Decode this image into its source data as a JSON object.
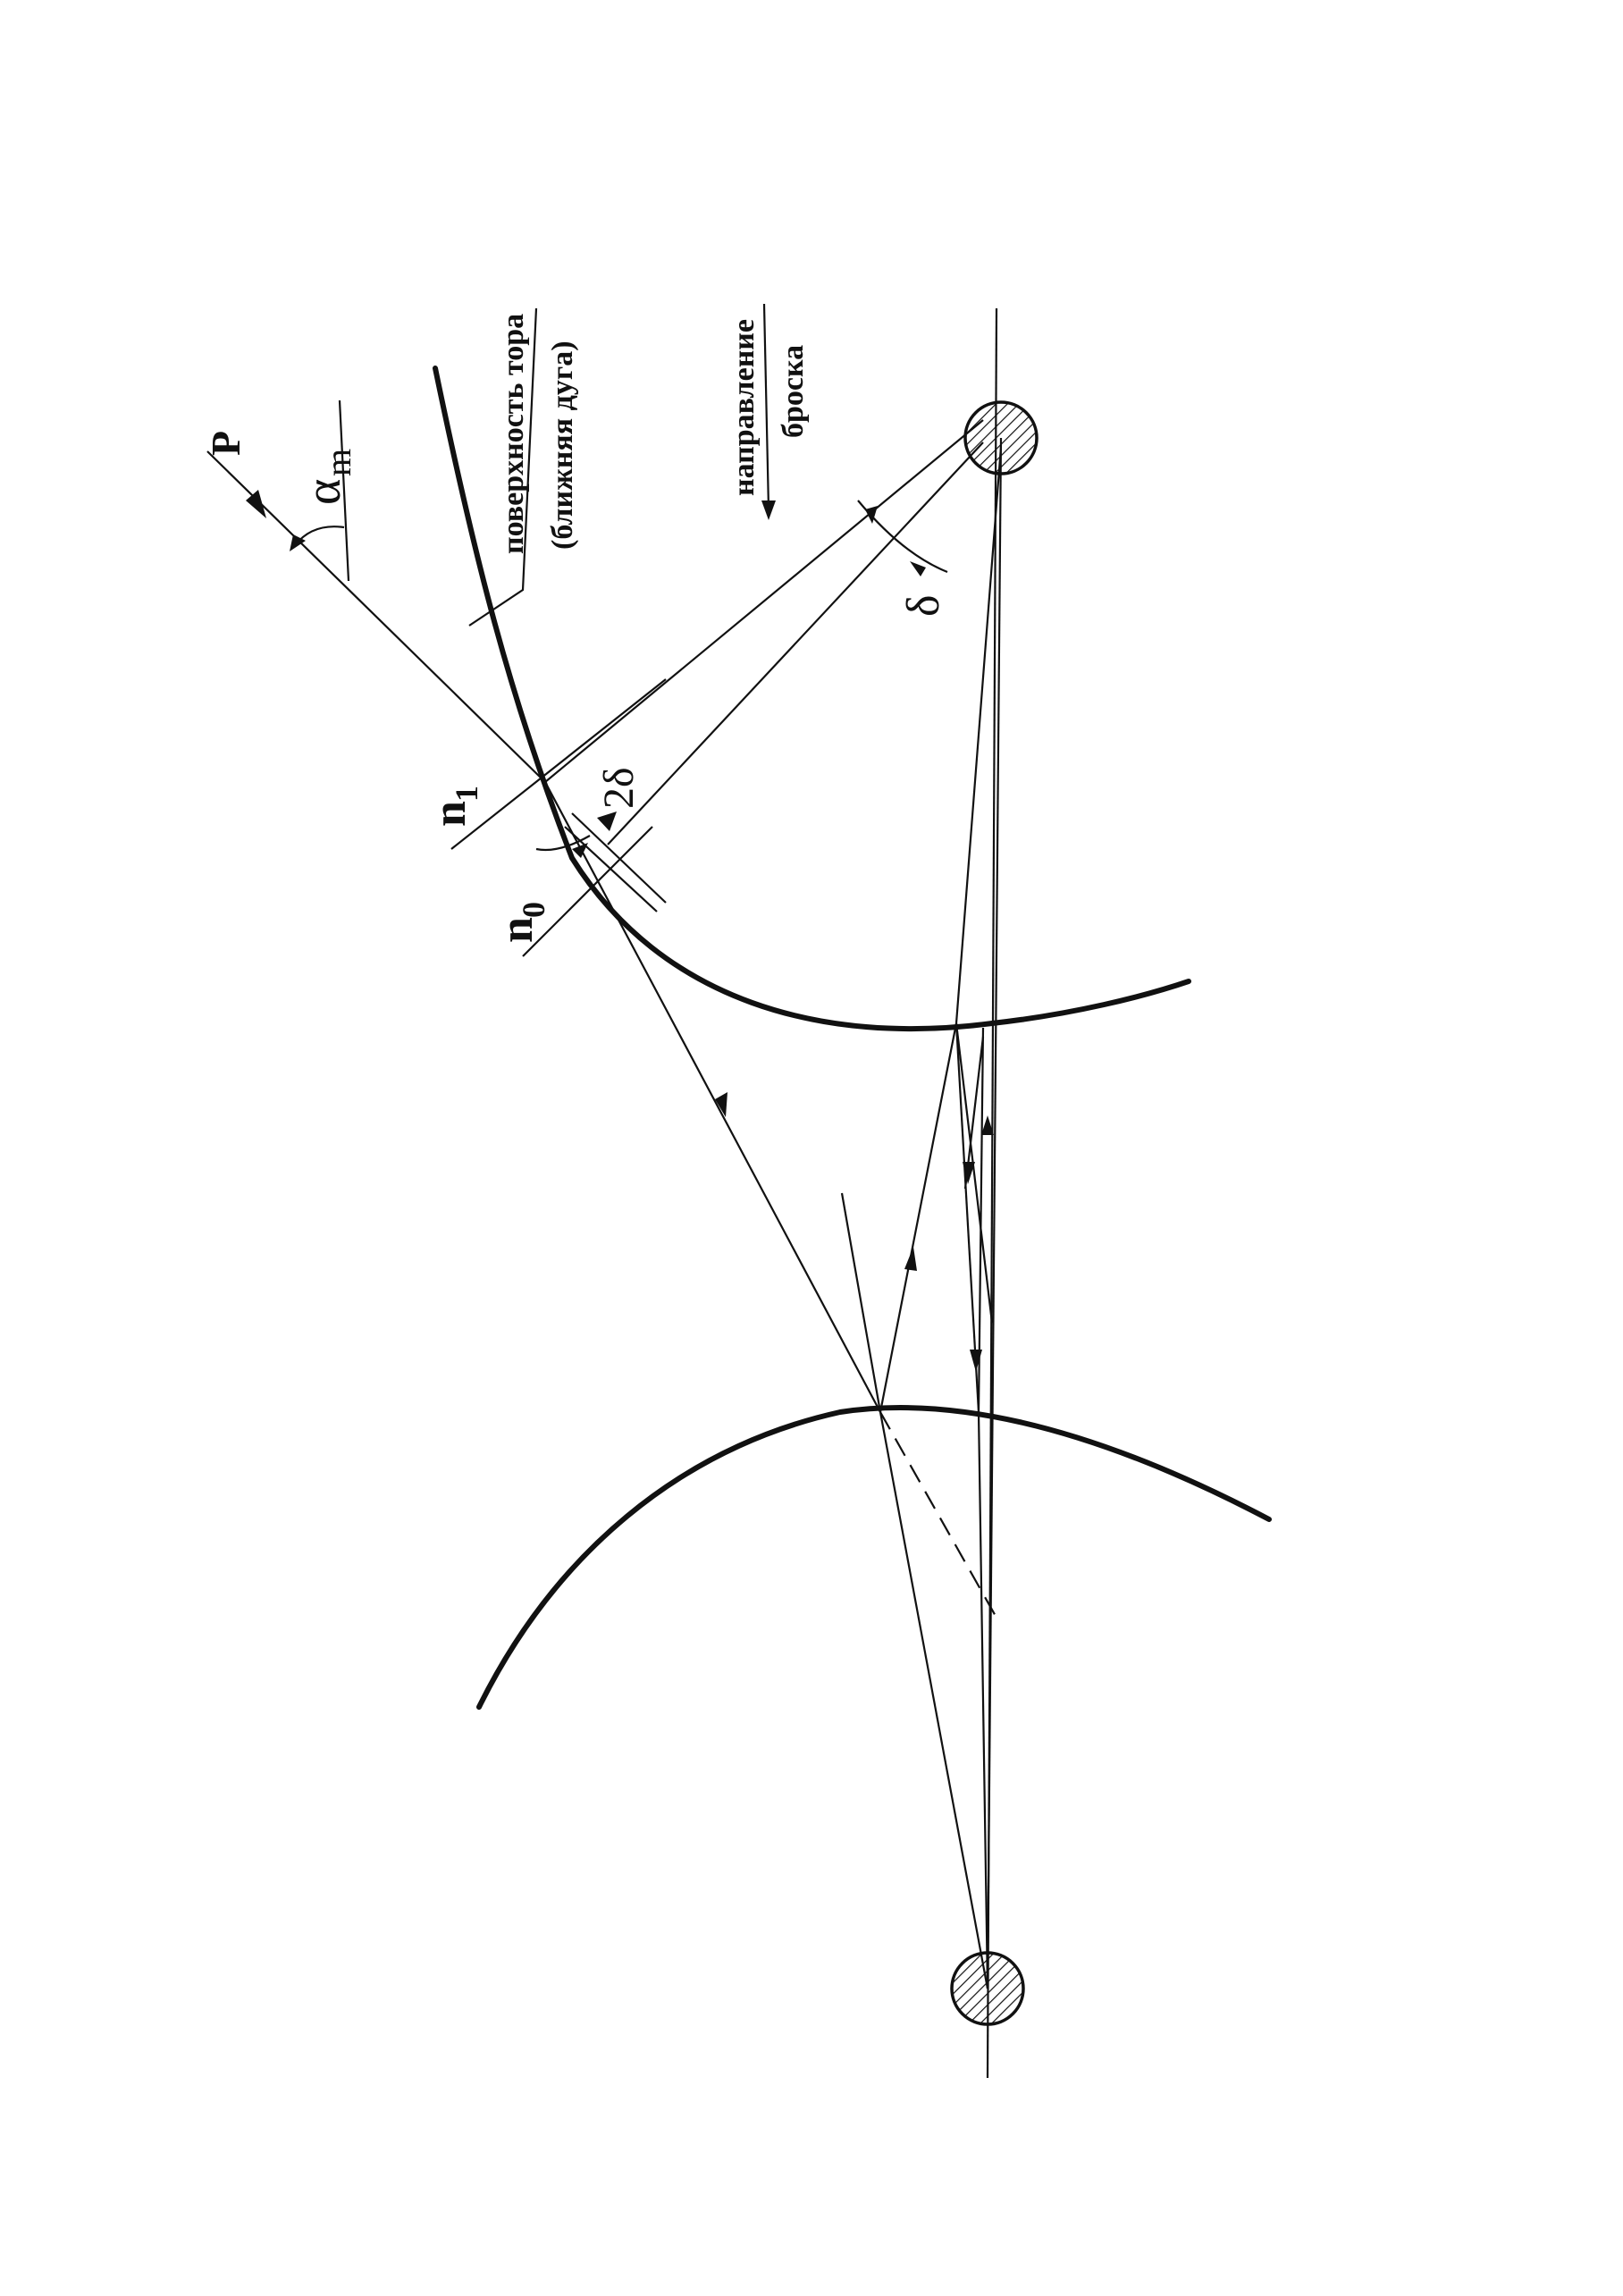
{
  "labels": {
    "force": "P",
    "angle_alpha": "α",
    "angle_alpha_sub": "m",
    "normal_1": "n",
    "normal_1_sub": "1",
    "normal_0": "n",
    "normal_0_sub": "0",
    "two_delta": "2δ",
    "delta": "δ",
    "torus_surface_line1": "поверхность тора",
    "torus_surface_line2": "(ближняя дуга)",
    "throw_direction_line1": "направление",
    "throw_direction_line2": "броска"
  },
  "colors": {
    "ink": "#111111",
    "paper": "#ffffff"
  }
}
